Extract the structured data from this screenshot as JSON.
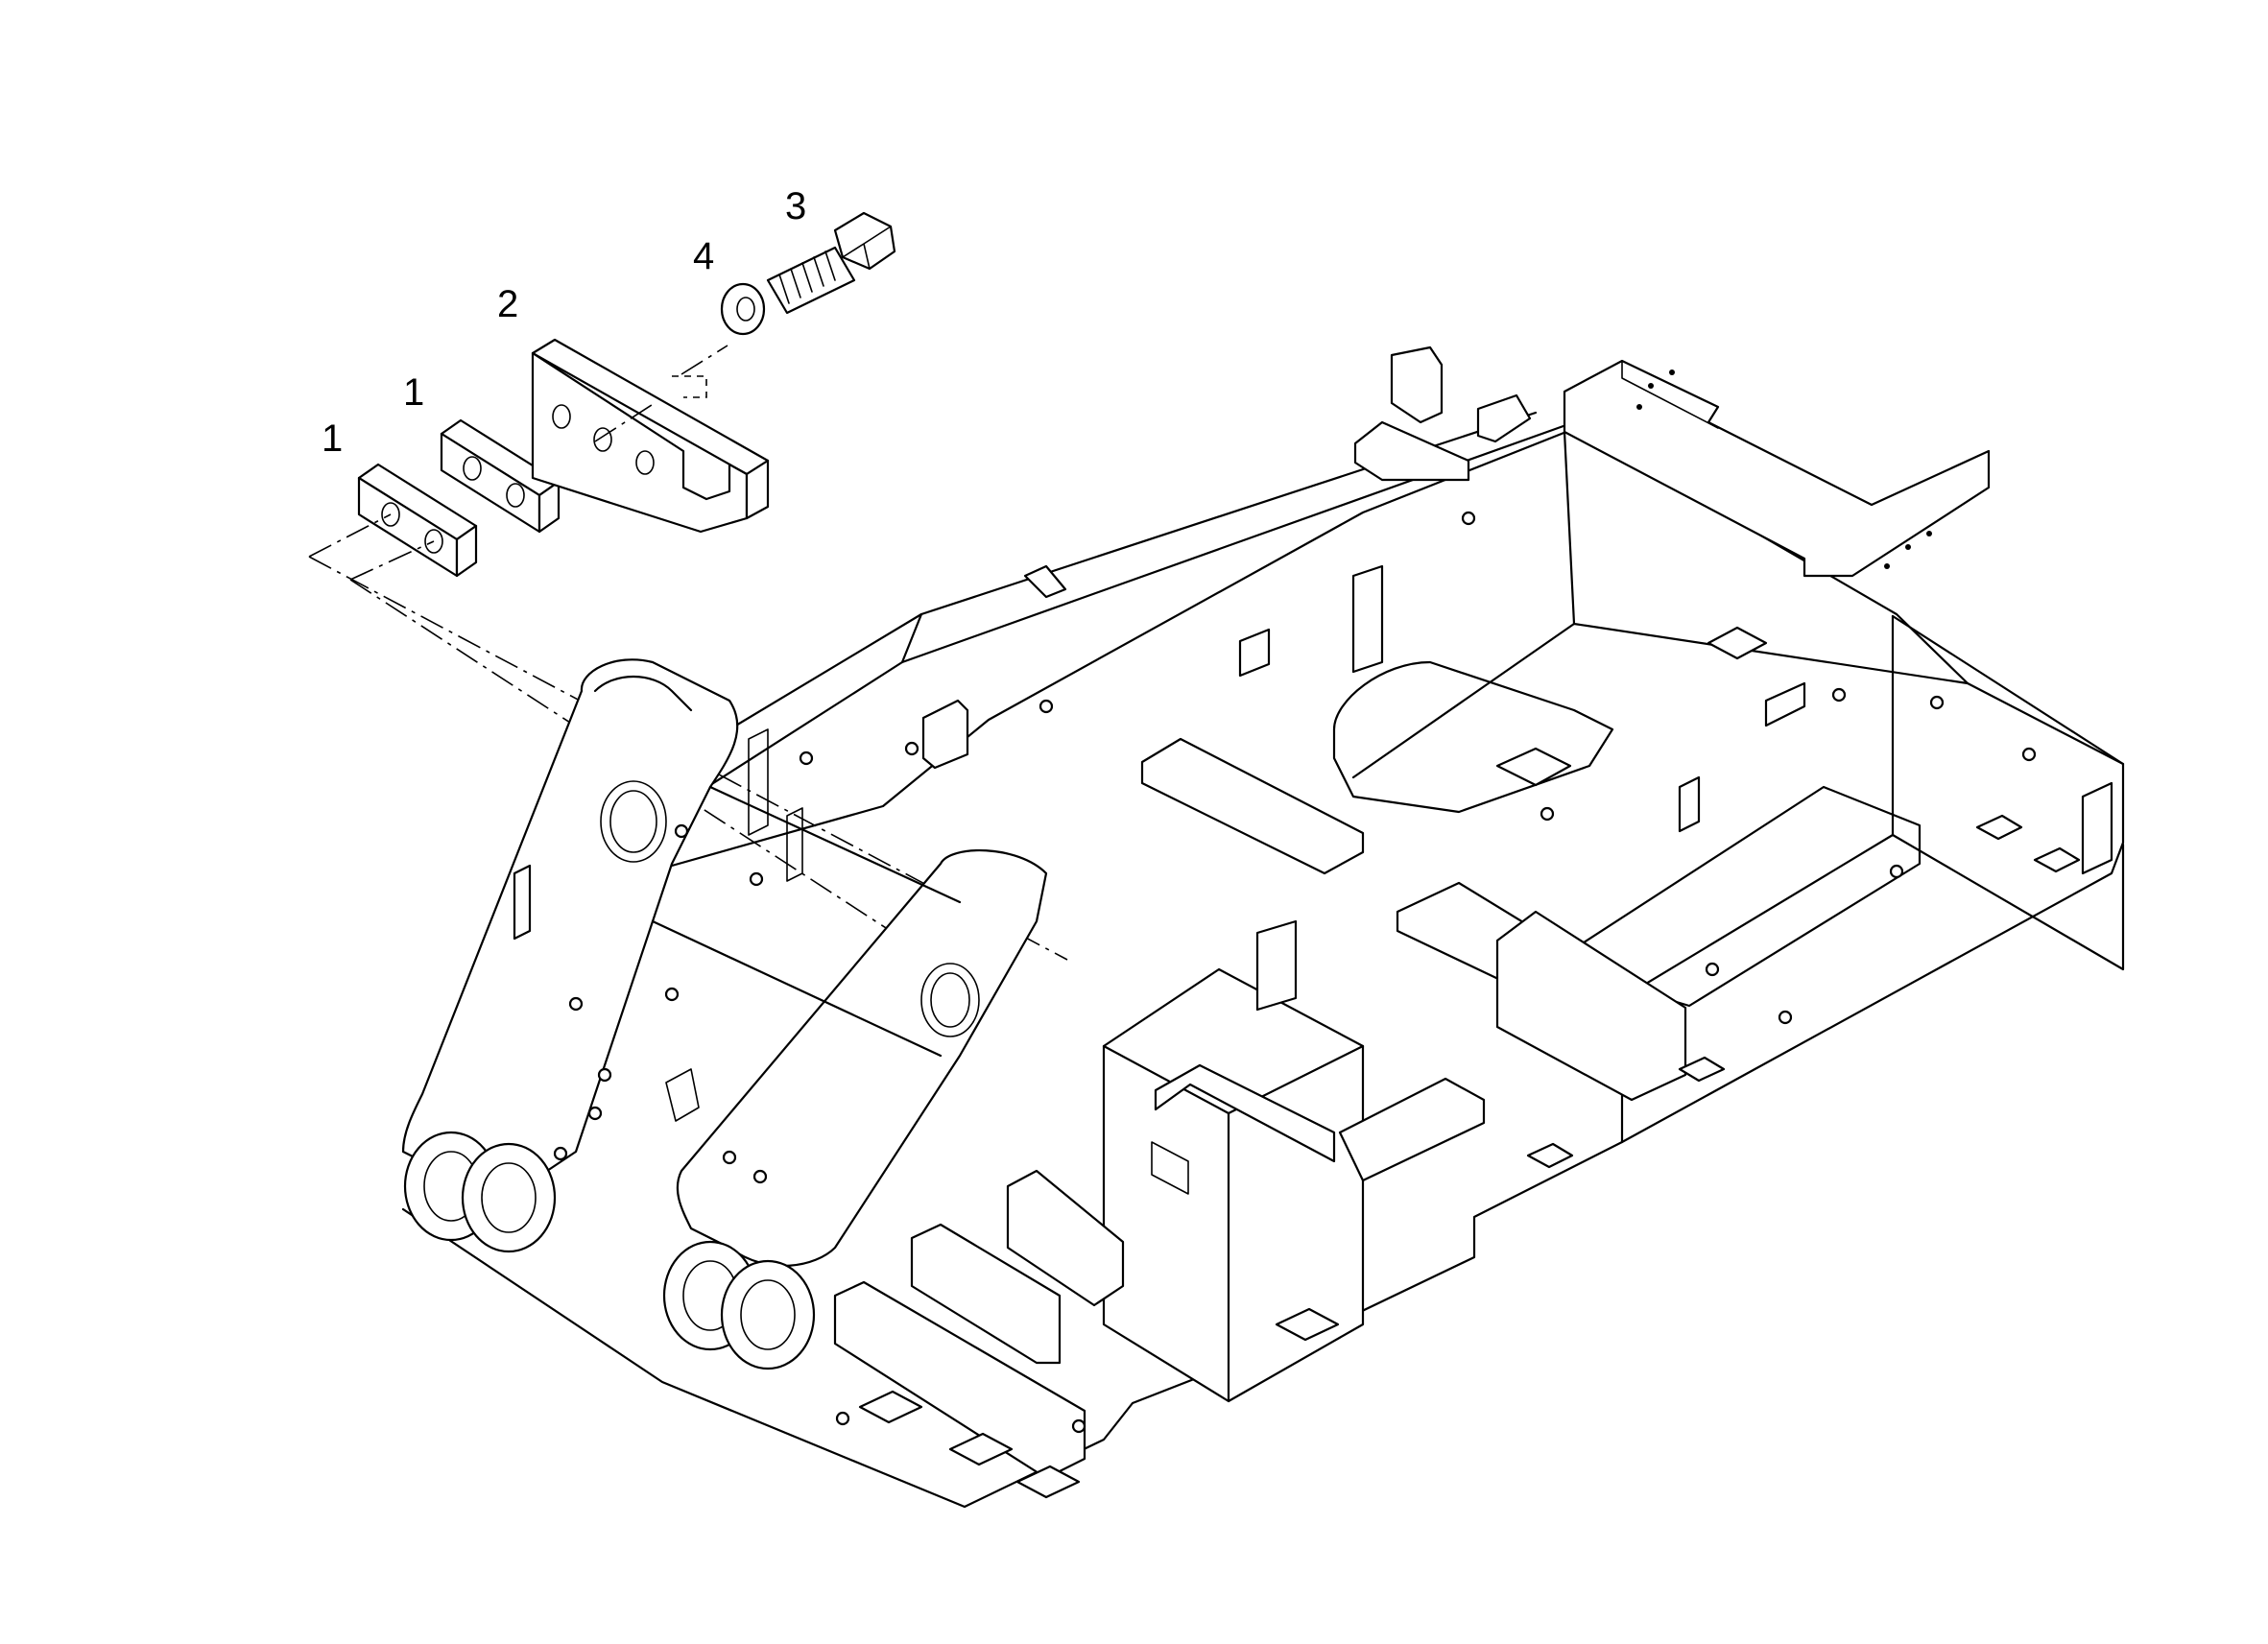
{
  "diagram": {
    "type": "exploded-parts-drawing",
    "callouts": [
      {
        "id": "c1a",
        "label": "1"
      },
      {
        "id": "c1b",
        "label": "1"
      },
      {
        "id": "c2",
        "label": "2"
      },
      {
        "id": "c4",
        "label": "4"
      },
      {
        "id": "c3",
        "label": "3"
      }
    ]
  }
}
